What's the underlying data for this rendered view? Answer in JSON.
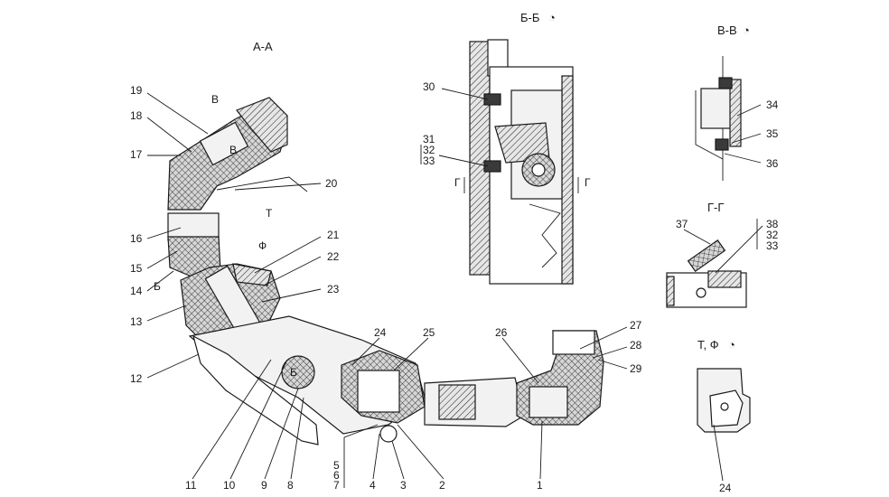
{
  "section_titles": {
    "aa": "А-А",
    "bb": "Б-Б",
    "vv": "В-В",
    "gg": "Г-Г",
    "tf": "Т, Ф"
  },
  "section_marks": {
    "b": "Б",
    "v": "В",
    "g": "Г",
    "t": "Т",
    "f": "Ф"
  },
  "callouts": [
    "1",
    "2",
    "3",
    "4",
    "5",
    "6",
    "7",
    "8",
    "9",
    "10",
    "11",
    "12",
    "13",
    "14",
    "15",
    "16",
    "17",
    "18",
    "19",
    "20",
    "21",
    "22",
    "23",
    "24",
    "25",
    "26",
    "27",
    "28",
    "29",
    "30",
    "31",
    "32",
    "33",
    "34",
    "35",
    "36",
    "37",
    "38"
  ],
  "colors": {
    "line": "#1a1a1a",
    "hatch_fill": "#e6e6e6",
    "dark_fill": "#3a3a3a",
    "light_fill": "#f2f2f2"
  }
}
